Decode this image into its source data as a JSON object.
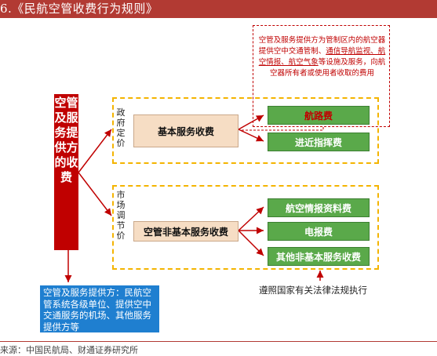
{
  "title": "6.《民航空管收费行为规则》",
  "provider_label": "空管及服务提供方的收费",
  "gov_label": "政府定价",
  "market_label": "市场调节价",
  "gov_service": "基本服务收费",
  "market_service": "空管非基本服务收费",
  "gov_items": [
    "航路费",
    "进近指挥费"
  ],
  "market_items": [
    "航空情报资料费",
    "电报费",
    "其他非基本服务收费"
  ],
  "note_text": {
    "part1": "空管及服务提供方为管制区内的航空器提供空中交通管制、",
    "part2": "通信导航监视、航空情报、航空气象",
    "part3": "等设施及服务，向航空器所有者或使用者收取的费用"
  },
  "provider_desc": "空管及服务提供方：民航空管系统各级单位、提供空中交通服务的机场、其他服务提供方等",
  "law_note": "遵照国家有关法律法规执行",
  "source": "来源：中国民航局、财通证券研究所",
  "colors": {
    "title_bar": "#b23a33",
    "provider_red": "#c00000",
    "dashed_gold": "#f4b400",
    "service_tan": "#f6ddc4",
    "item_green": "#5aa94a",
    "desc_blue": "#1f7fd0"
  }
}
